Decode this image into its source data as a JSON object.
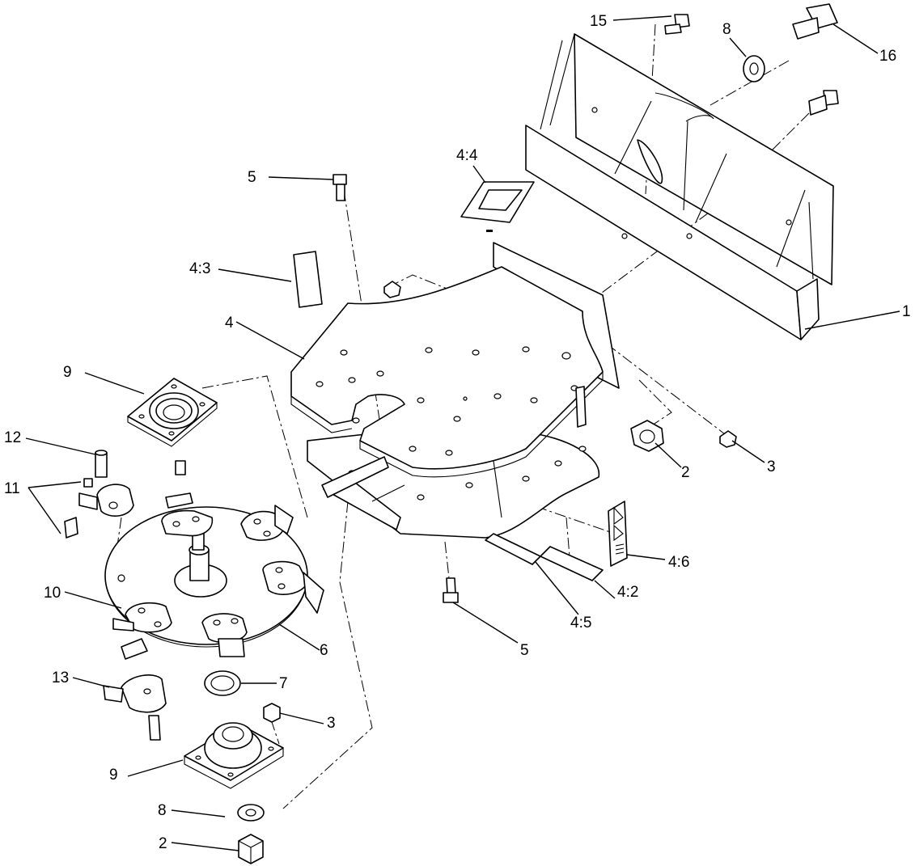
{
  "callouts": [
    {
      "id": "c1",
      "label": "1"
    },
    {
      "id": "c2a",
      "label": "2"
    },
    {
      "id": "c2b",
      "label": "2"
    },
    {
      "id": "c3a",
      "label": "3"
    },
    {
      "id": "c3b",
      "label": "3"
    },
    {
      "id": "c4",
      "label": "4"
    },
    {
      "id": "c42",
      "label": "4:2"
    },
    {
      "id": "c43",
      "label": "4:3"
    },
    {
      "id": "c44",
      "label": "4:4"
    },
    {
      "id": "c45",
      "label": "4:5"
    },
    {
      "id": "c46",
      "label": "4:6"
    },
    {
      "id": "c5a",
      "label": "5"
    },
    {
      "id": "c5b",
      "label": "5"
    },
    {
      "id": "c6",
      "label": "6"
    },
    {
      "id": "c7",
      "label": "7"
    },
    {
      "id": "c8a",
      "label": "8"
    },
    {
      "id": "c8b",
      "label": "8"
    },
    {
      "id": "c9a",
      "label": "9"
    },
    {
      "id": "c9b",
      "label": "9"
    },
    {
      "id": "c10",
      "label": "10"
    },
    {
      "id": "c11",
      "label": "11"
    },
    {
      "id": "c12",
      "label": "12"
    },
    {
      "id": "c13",
      "label": "13"
    },
    {
      "id": "c15",
      "label": "15"
    },
    {
      "id": "c16",
      "label": "16"
    }
  ]
}
